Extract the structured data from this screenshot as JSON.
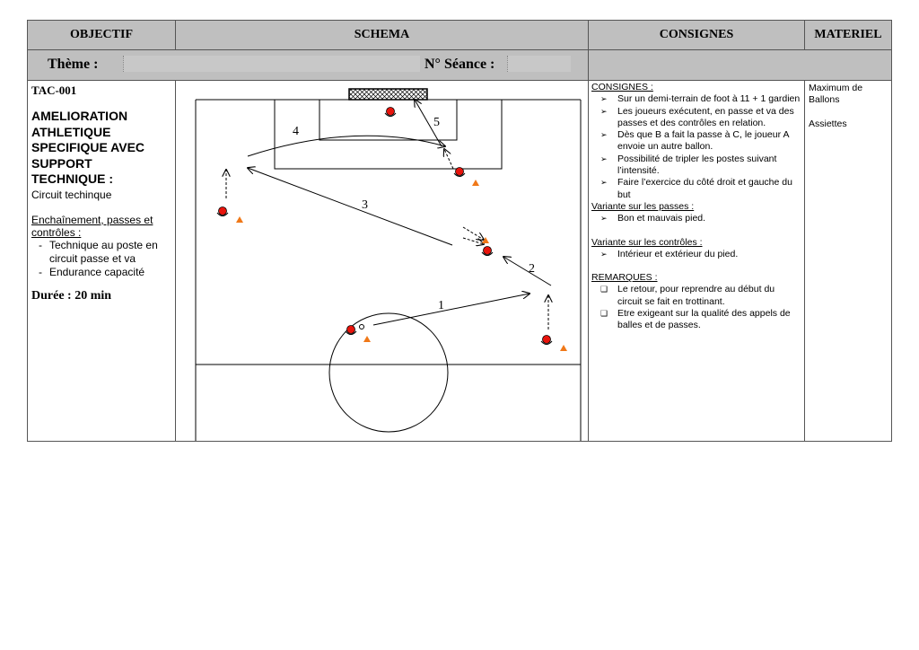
{
  "headers": {
    "objectif": "OBJECTIF",
    "schema": "SCHEMA",
    "consignes": "CONSIGNES",
    "materiel": "MATERIEL"
  },
  "theme_label": "Thème :",
  "seance_label": "N° Séance :",
  "objectif": {
    "code": "TAC-001",
    "title_lines": [
      "AMELIORATION",
      "ATHLETIQUE",
      "SPECIFIQUE AVEC",
      "SUPPORT",
      "TECHNIQUE :"
    ],
    "subtitle": "Circuit techinque",
    "section_title": "Enchaînement, passes et contrôles :",
    "items": [
      "Technique au poste en circuit passe et va",
      "Endurance capacité"
    ],
    "duree": "Durée : 20 min"
  },
  "schema": {
    "labels": [
      "1",
      "2",
      "3",
      "4",
      "5"
    ],
    "colors": {
      "player": "#e8140c",
      "cone": "#f07818",
      "line": "#000000"
    }
  },
  "consignes": {
    "heading": "CONSIGNES :",
    "items": [
      "Sur un demi-terrain de foot à 11 + 1 gardien",
      "Les joueurs exécutent, en passe et va des passes et des contrôles en relation.",
      "Dès que B a fait la passe à C, le joueur A envoie un autre ballon.",
      "Possibilité de tripler les postes suivant l’intensité.",
      "Faire l’exercice du côté droit et gauche du but"
    ],
    "variante_passes_heading": "Variante sur les passes :",
    "variante_passes_items": [
      "Bon et mauvais pied."
    ],
    "variante_controles_heading": "Variante sur les contrôles :",
    "variante_controles_items": [
      "Intérieur et extérieur du pied."
    ],
    "remarques_heading": "REMARQUES :",
    "remarques_items": [
      "Le retour, pour reprendre au début du circuit se fait en trottinant.",
      "Etre exigeant sur la qualité des appels de balles et de passes."
    ],
    "arrow_bullet": "➢",
    "box_bullet": "❑"
  },
  "materiel": {
    "items": [
      "Maximum de Ballons",
      "Assiettes"
    ]
  }
}
